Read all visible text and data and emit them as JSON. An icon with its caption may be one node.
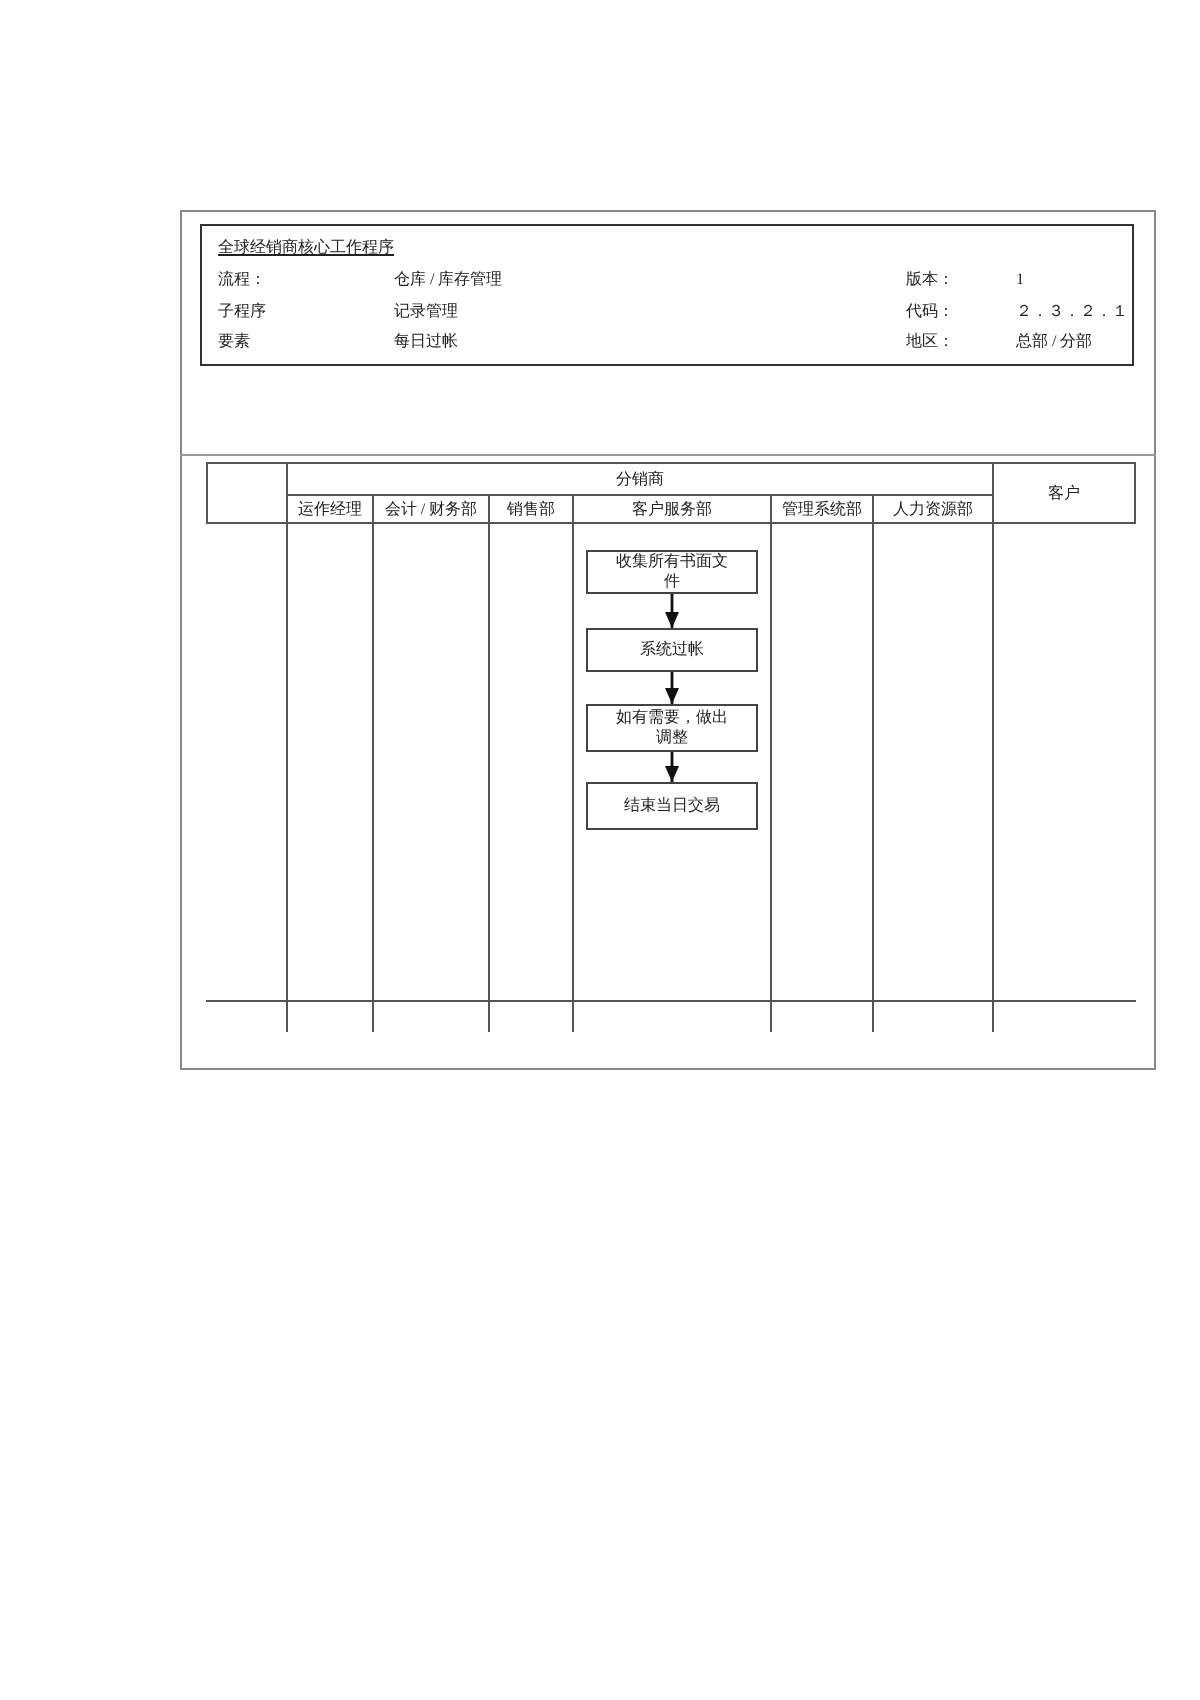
{
  "diagram": {
    "title": "全球经销商核心工作程序",
    "nodes": [
      {
        "text": [],
        "shape": "box"
      },
      {
        "text": [
          "分销商"
        ]
      },
      {
        "text": [
          "运作经理"
        ],
        "in": 1
      },
      {
        "text": [
          "会计 / 财务部"
        ],
        "in": 1
      },
      {
        "text": [
          "销售部"
        ],
        "in": 1
      },
      {
        "text": [
          "客户服务部"
        ],
        "in": 1
      },
      {
        "text": [
          "管理系统部"
        ],
        "in": 1
      },
      {
        "text": [
          "人力资源部"
        ],
        "in": 1
      },
      {
        "text": [
          "客户"
        ]
      },
      {
        "text": [
          "收集所有书面文件"
        ],
        "in": 5
      },
      {
        "text": [
          "系统过帐"
        ],
        "in": 5
      },
      {
        "text": [
          "如有需要，做出调整"
        ],
        "in": 5
      },
      {
        "text": [
          "结束当日交易"
        ],
        "in": 5
      }
    ],
    "edges": [
      {
        "from": 9,
        "to": 10,
        "arrow": "to"
      },
      {
        "from": 10,
        "to": 11,
        "arrow": "to"
      },
      {
        "from": 11,
        "to": 12,
        "arrow": "to"
      }
    ],
    "labels": [
      "流程：",
      "仓库 / 库存管理",
      "版本：",
      "1",
      "子程序",
      "记录管理",
      "代码：",
      "２．３．２．１",
      "要素",
      "每日过帐",
      "地区：",
      "总部 / 分部"
    ]
  }
}
